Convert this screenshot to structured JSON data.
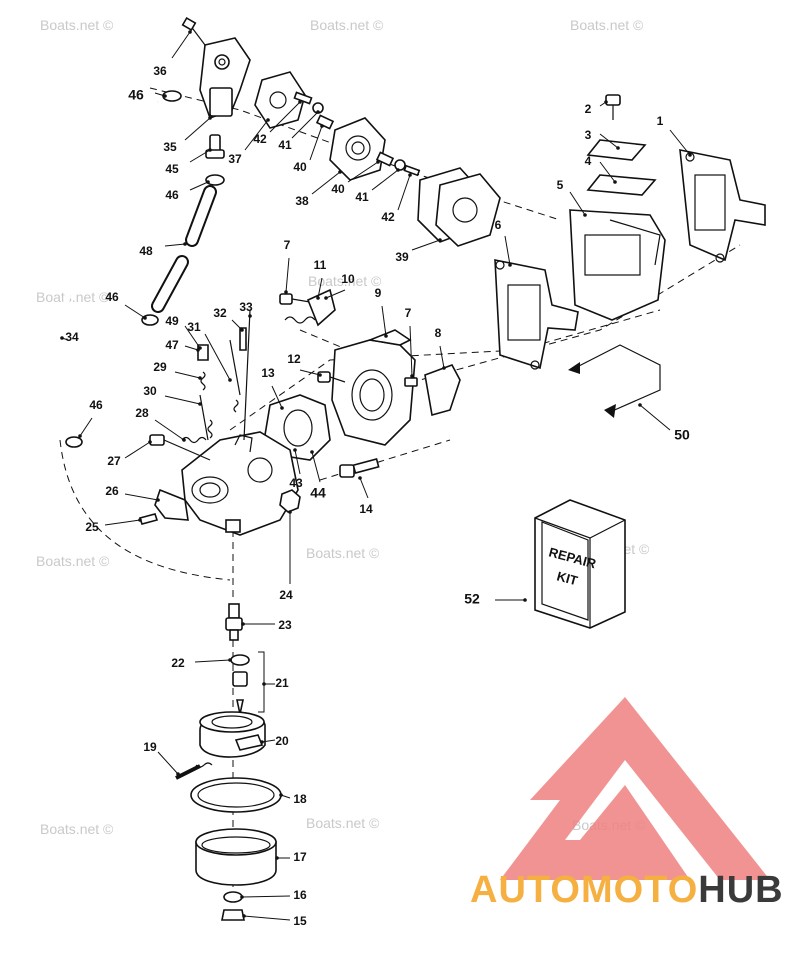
{
  "watermark": "Boats.net ©",
  "kit": {
    "line1": "REPAIR",
    "line2": "KIT"
  },
  "logo": {
    "part_a": "AUTOMOTO",
    "part_b": "HUB",
    "color_a": "#f5b041",
    "color_b": "#3a3a3a",
    "mark_color": "#f08080"
  },
  "callouts": [
    {
      "num": "36",
      "ref": "screw"
    },
    {
      "num": "46",
      "ref": "hose-clamp"
    },
    {
      "num": "35",
      "ref": "fuel-pump-body"
    },
    {
      "num": "45",
      "ref": "fitting"
    },
    {
      "num": "46",
      "ref": "hose-clamp"
    },
    {
      "num": "48",
      "ref": "fuel-hose"
    },
    {
      "num": "37",
      "ref": "diaphragm"
    },
    {
      "num": "42",
      "ref": "screw"
    },
    {
      "num": "41",
      "ref": "washer"
    },
    {
      "num": "40",
      "ref": "check-valve"
    },
    {
      "num": "38",
      "ref": "pump-cover"
    },
    {
      "num": "40",
      "ref": "check-valve"
    },
    {
      "num": "41",
      "ref": "washer"
    },
    {
      "num": "42",
      "ref": "screw"
    },
    {
      "num": "39",
      "ref": "gasket-set"
    },
    {
      "num": "2",
      "ref": "screw"
    },
    {
      "num": "3",
      "ref": "stop-plate"
    },
    {
      "num": "4",
      "ref": "reed"
    },
    {
      "num": "5",
      "ref": "reed-block"
    },
    {
      "num": "1",
      "ref": "gasket"
    },
    {
      "num": "6",
      "ref": "gasket"
    },
    {
      "num": "7",
      "ref": "screw"
    },
    {
      "num": "11",
      "ref": "spring"
    },
    {
      "num": "10",
      "ref": "lever"
    },
    {
      "num": "9",
      "ref": "adaptor-plate"
    },
    {
      "num": "7",
      "ref": "screw"
    },
    {
      "num": "8",
      "ref": "bracket"
    },
    {
      "num": "46",
      "ref": "hose-clamp"
    },
    {
      "num": "32",
      "ref": "throttle-shaft"
    },
    {
      "num": "33",
      "ref": "spring"
    },
    {
      "num": "49",
      "ref": "spring"
    },
    {
      "num": "31",
      "ref": "spring"
    },
    {
      "num": "47",
      "ref": "screw"
    },
    {
      "num": "29",
      "ref": "spring"
    },
    {
      "num": "30",
      "ref": "idle-screw"
    },
    {
      "num": "13",
      "ref": "gasket"
    },
    {
      "num": "12",
      "ref": "screw"
    },
    {
      "num": "34",
      "ref": "fuel-hose"
    },
    {
      "num": "28",
      "ref": "spring"
    },
    {
      "num": "46",
      "ref": "hose-clamp"
    },
    {
      "num": "27",
      "ref": "screw"
    },
    {
      "num": "43",
      "ref": "screw"
    },
    {
      "num": "44",
      "ref": "gasket"
    },
    {
      "num": "14",
      "ref": "bolt"
    },
    {
      "num": "26",
      "ref": "plate"
    },
    {
      "num": "25",
      "ref": "screw"
    },
    {
      "num": "24",
      "ref": "nut"
    },
    {
      "num": "50",
      "ref": "choke-link"
    },
    {
      "num": "52",
      "ref": "repair-kit"
    },
    {
      "num": "23",
      "ref": "main-jet"
    },
    {
      "num": "22",
      "ref": "washer"
    },
    {
      "num": "21",
      "ref": "inlet-needle"
    },
    {
      "num": "20",
      "ref": "float"
    },
    {
      "num": "19",
      "ref": "float-pin"
    },
    {
      "num": "18",
      "ref": "gasket"
    },
    {
      "num": "17",
      "ref": "float-bowl"
    },
    {
      "num": "16",
      "ref": "washer"
    },
    {
      "num": "15",
      "ref": "screw"
    }
  ]
}
